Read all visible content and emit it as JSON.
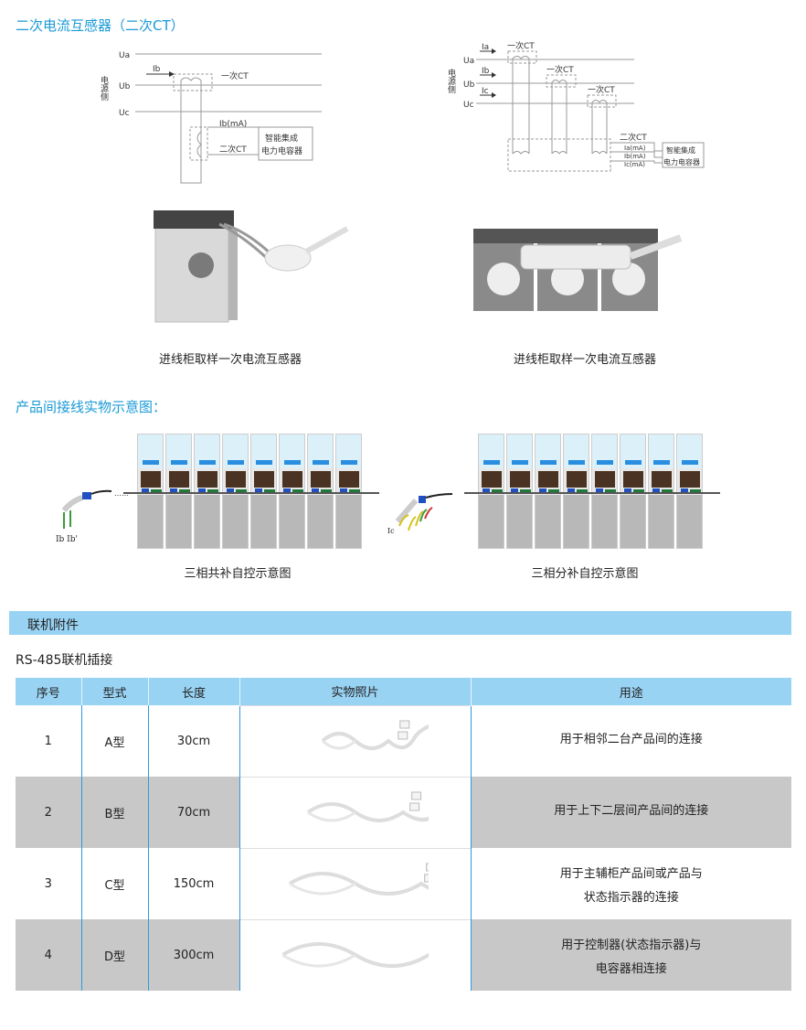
{
  "section1": {
    "title": "二次电流互感器（二次CT）"
  },
  "diagram_left": {
    "ua": "Ua",
    "ub": "Ub",
    "uc": "Uc",
    "side": "电源侧",
    "ib": "Ib",
    "primary_ct": "一次CT",
    "ib_ma": "Ib(mA)",
    "secondary_ct": "二次CT",
    "device_line1": "智能集成",
    "device_line2": "电力电容器"
  },
  "diagram_right": {
    "ua": "Ua",
    "ub": "Ub",
    "uc": "Uc",
    "side": "电源侧",
    "ia": "Ia",
    "ib": "Ib",
    "ic": "Ic",
    "primary_ct": "一次CT",
    "secondary_ct": "二次CT",
    "ia_ma": "Ia(mA)",
    "ib_ma": "Ib(mA)",
    "ic_ma": "Ic(mA)",
    "device_line1": "智能集成",
    "device_line2": "电力电容器"
  },
  "photos": {
    "left_caption": "进线柜取样一次电流互感器",
    "right_caption": "进线柜取样一次电流互感器"
  },
  "section2": {
    "title": "产品间接线实物示意图：",
    "left_caption": "三相共补自控示意图",
    "right_caption": "三相分补自控示意图",
    "left_labels": "Ib  Ib'",
    "right_labels": "Ic"
  },
  "section3": {
    "bar_title": "联机附件",
    "subtitle": "RS-485联机插接"
  },
  "table": {
    "headers": [
      "序号",
      "型式",
      "长度",
      "实物照片",
      "用途"
    ],
    "rows": [
      {
        "no": "1",
        "type": "A型",
        "length": "30cm",
        "use1": "用于相邻二台产品间的连接",
        "use2": ""
      },
      {
        "no": "2",
        "type": "B型",
        "length": "70cm",
        "use1": "用于上下二层间产品间的连接",
        "use2": ""
      },
      {
        "no": "3",
        "type": "C型",
        "length": "150cm",
        "use1": "用于主辅柜产品间或产品与",
        "use2": "状态指示器的连接"
      },
      {
        "no": "4",
        "type": "D型",
        "length": "300cm",
        "use1": "用于控制器(状态指示器)与",
        "use2": "电容器相连接"
      }
    ]
  },
  "colors": {
    "accent": "#1a9ad6",
    "bar": "#99d3f4",
    "gray_row": "#c8c8c8"
  }
}
